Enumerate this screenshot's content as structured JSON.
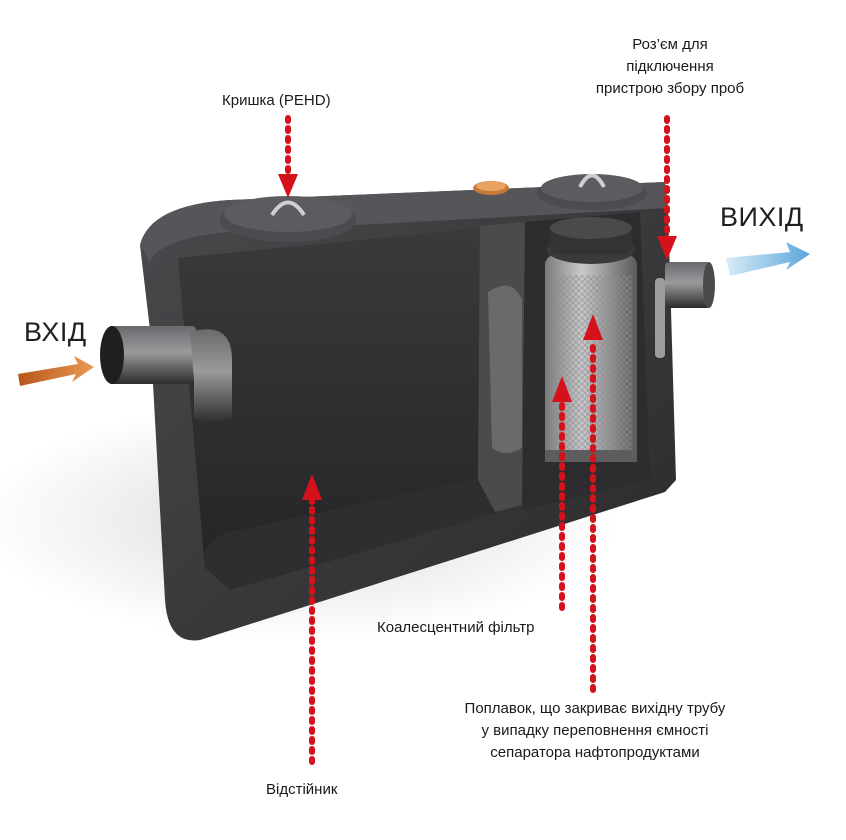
{
  "labels": {
    "inlet": "ВХІД",
    "outlet": "ВИХІД",
    "cover": "Кришка (PEHD)",
    "connector_line1": "Роз’єм для",
    "connector_line2": "підключення",
    "connector_line3": "пристрою збору проб",
    "settler": "Відстійник",
    "filter": "Коалесцентний фільтр",
    "float_line1": "Поплавок, що закриває вихідну трубу",
    "float_line2": "у випадку переповнення ємності",
    "float_line3": "сепаратора нафтопродуктами"
  },
  "colors": {
    "arrow": "#d5121b",
    "inlet_arrow": "#d9782a",
    "outlet_arrow": "#6fb3e0",
    "tank": "#3c3c3e"
  }
}
